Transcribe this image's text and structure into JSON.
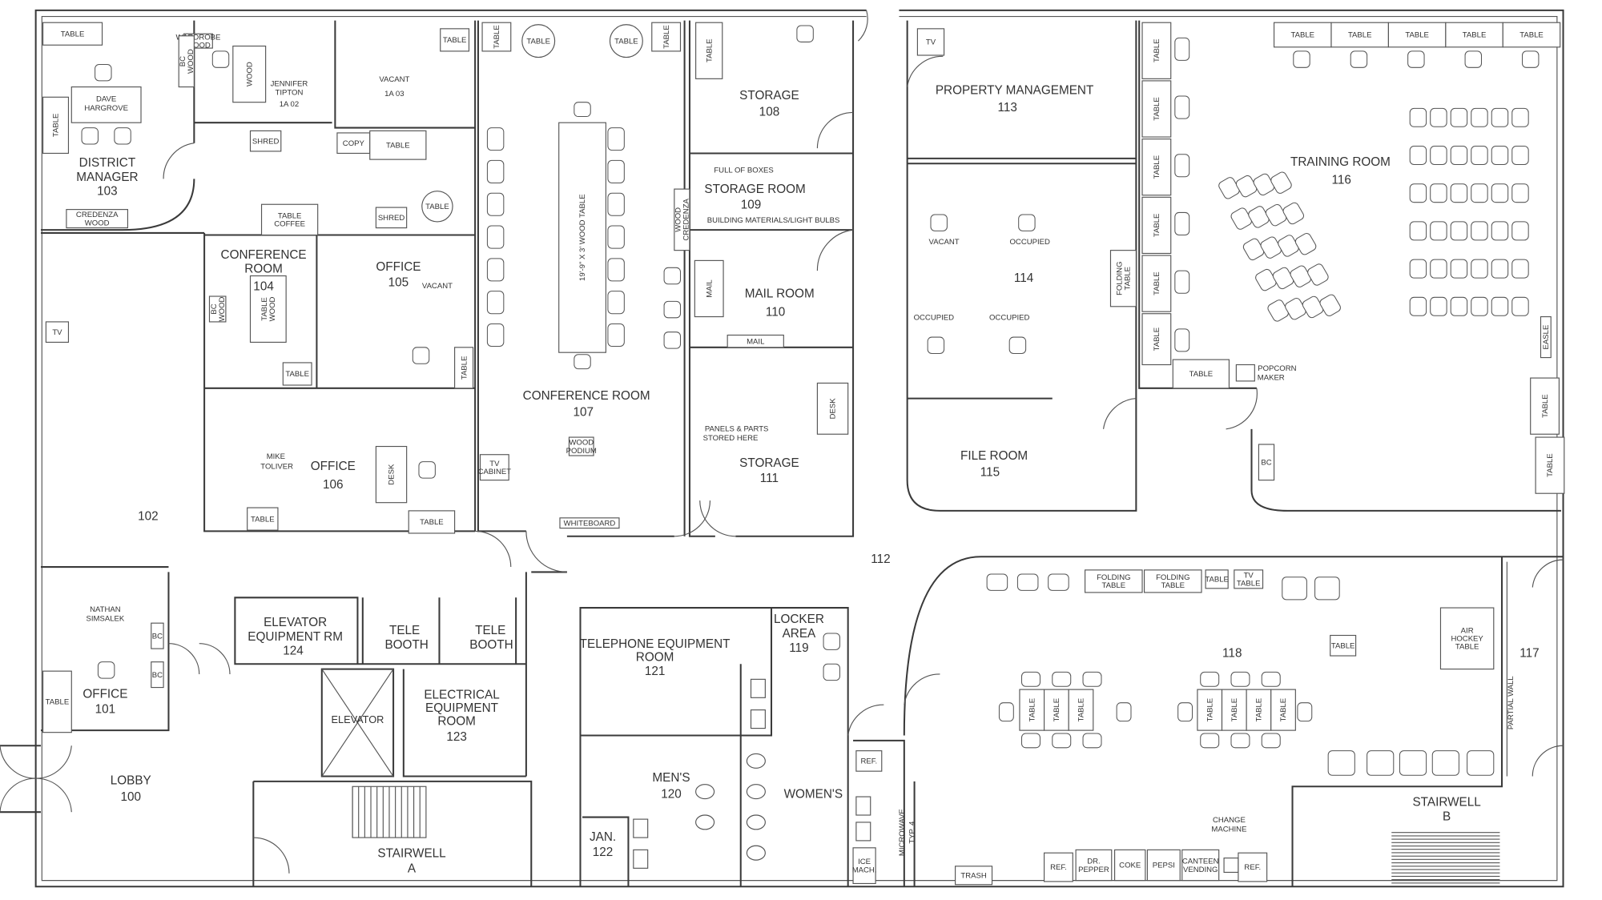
{
  "title": "Floor Plan",
  "rooms": {
    "r100": {
      "name": "LOBBY",
      "num": "100"
    },
    "r101": {
      "name": "OFFICE",
      "num": "101"
    },
    "r102": {
      "num": "102"
    },
    "r103": {
      "name1": "DISTRICT",
      "name2": "MANAGER",
      "num": "103"
    },
    "r104": {
      "name1": "CONFERENCE",
      "name2": "ROOM",
      "num": "104"
    },
    "r105": {
      "name": "OFFICE",
      "num": "105"
    },
    "r106": {
      "name": "OFFICE",
      "num": "106"
    },
    "r107": {
      "name": "CONFERENCE ROOM",
      "num": "107"
    },
    "r108": {
      "name": "STORAGE",
      "num": "108"
    },
    "r109": {
      "name": "STORAGE ROOM",
      "num": "109"
    },
    "r110": {
      "name": "MAIL ROOM",
      "num": "110"
    },
    "r111": {
      "name": "STORAGE",
      "num": "111"
    },
    "r112": {
      "num": "112"
    },
    "r113": {
      "name": "PROPERTY MANAGEMENT",
      "num": "113"
    },
    "r114": {
      "num": "114"
    },
    "r115": {
      "name": "FILE ROOM",
      "num": "115"
    },
    "r116": {
      "name": "TRAINING ROOM",
      "num": "116"
    },
    "r117": {
      "num": "117"
    },
    "r118": {
      "num": "118"
    },
    "r119": {
      "name1": "LOCKER",
      "name2": "AREA",
      "num": "119"
    },
    "r120": {
      "name": "MEN'S",
      "num": "120"
    },
    "womens": {
      "name": "WOMEN'S"
    },
    "r121": {
      "name1": "TELEPHONE EQUIPMENT",
      "name2": "ROOM",
      "num": "121"
    },
    "r122": {
      "name": "JAN.",
      "num": "122"
    },
    "r123": {
      "name1": "ELECTRICAL",
      "name2": "EQUIPMENT",
      "name3": "ROOM",
      "num": "123"
    },
    "r124": {
      "name1": "ELEVATOR",
      "name2": "EQUIPMENT RM",
      "num": "124"
    },
    "tele_booth_1": {
      "name1": "TELE",
      "name2": "BOOTH"
    },
    "tele_booth_2": {
      "name1": "TELE",
      "name2": "BOOTH"
    },
    "elevator": {
      "name": "ELEVATOR"
    },
    "stairwell_a": {
      "name": "STAIRWELL",
      "letter": "A"
    },
    "stairwell_b": {
      "name": "STAIRWELL",
      "letter": "B"
    }
  },
  "occupants": {
    "dave": "DAVE\nHARGROVE",
    "jennifer": "JENNIFER",
    "jennifer2": "TIPTON",
    "jennifer3": "1A  02",
    "vacant_1a03": "VACANT",
    "vacant_1a03_num": "1A  03",
    "vacant_105": "VACANT",
    "mike1": "MIKE",
    "mike2": "TOLIVER",
    "nathan1": "NATHAN",
    "nathan2": "SIMSALEK",
    "cube_vacant": "VACANT",
    "cube_occ1": "OCCUPIED",
    "cube_occ2": "OCCUPIED",
    "cube_occ3": "OCCUPIED"
  },
  "notes": {
    "full_of_boxes": "FULL OF BOXES",
    "building_materials": "BUILDING MATERIALS/LIGHT BULBS",
    "panels1": "PANELS & PARTS",
    "panels2": "STORED HERE",
    "partial_wall": "PARTIAL WALL",
    "microwave": "MICROWAVE",
    "microwave2": "TYP. 4",
    "change1": "CHANGE",
    "change2": "MACHINE",
    "popcorn1": "POPCORN",
    "popcorn2": "MAKER"
  },
  "furniture": [
    "TABLE",
    "WARDROBE\nWOOD",
    "BC\nWOOD",
    "WOOD",
    "TABLE",
    "TABLE",
    "TABLE",
    "TABLE",
    "TABLE",
    "TABLE",
    "TABLE",
    "",
    "SHRED",
    "COPY",
    "TABLE",
    "CREDENZA\nWOOD",
    "TABLE\nCOFFEE",
    "SHRED",
    "TABLE",
    "BC\nWOOD",
    "TABLE\nWOOD",
    "TABLE",
    "TABLE",
    "DESK",
    "TABLE",
    "TABLE",
    "TV",
    "TV\nCABINET",
    "WOOD\nPODIUM",
    "WHITEBOARD",
    "19'-9\" X 3' WOOD TABLE",
    "WOOD\nCREDENZA",
    "MAIL",
    "MAIL",
    "DESK",
    "TV",
    "FOLDING\nTABLE",
    "TABLE",
    "TABLE",
    "TABLE",
    "TABLE",
    "TABLE",
    "TABLE",
    "TABLE",
    "TABLE",
    "TABLE",
    "TABLE",
    "TABLE",
    "TABLE",
    "",
    "EASLE",
    "TABLE",
    "TABLE",
    "BC",
    "BC",
    "BC",
    "TABLE",
    "FOLDING\nTABLE",
    "FOLDING\nTABLE",
    "TABLE",
    "TV\nTABLE",
    "TABLE",
    "AIR\nHOCKEY\nTABLE",
    "TABLE",
    "TABLE",
    "TABLE",
    "TABLE",
    "TABLE",
    "TABLE",
    "TABLE",
    "REF.",
    "ICE\nMACH.",
    "TRASH",
    "REF.",
    "DR.\nPEPPER",
    "COKE",
    "PEPSI",
    "CANTEEN\nVENDING",
    "",
    "REF."
  ]
}
